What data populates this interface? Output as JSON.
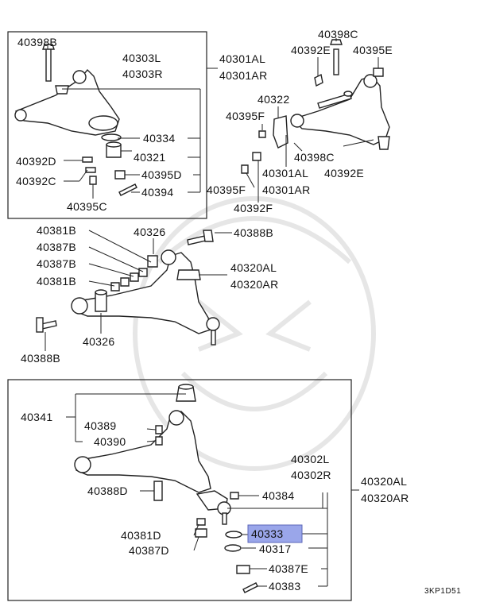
{
  "diagram": {
    "code": "3KP1D51",
    "highlight_color": "#9aa6ea",
    "labels": {
      "l40398B": "40398B",
      "l40303L": "40303L",
      "l40303R": "40303R",
      "l40301AL_a": "40301AL",
      "l40301AR_a": "40301AR",
      "l40398C_top": "40398C",
      "l40392E_top": "40392E",
      "l40395E": "40395E",
      "l40322": "40322",
      "l40395F_top": "40395F",
      "l40334": "40334",
      "l40321": "40321",
      "l40392D": "40392D",
      "l40392C": "40392C",
      "l40395D": "40395D",
      "l40394": "40394",
      "l40395C": "40395C",
      "l40395F_mid": "40395F",
      "l40398C_mid": "40398C",
      "l40301AL_b": "40301AL",
      "l40392E_mid": "40392E",
      "l40301AR_b": "40301AR",
      "l40392F": "40392F",
      "l40381B_a": "40381B",
      "l40387B_a": "40387B",
      "l40387B_b": "40387B",
      "l40381B_b": "40381B",
      "l40326_a": "40326",
      "l40388B_a": "40388B",
      "l40320AL_a": "40320AL",
      "l40320AR_a": "40320AR",
      "l40326_b": "40326",
      "l40388B_b": "40388B",
      "l40341": "40341",
      "l40389": "40389",
      "l40390": "40390",
      "l40302L": "40302L",
      "l40302R": "40302R",
      "l40320AL_b": "40320AL",
      "l40320AR_b": "40320AR",
      "l40388D": "40388D",
      "l40384": "40384",
      "l40381D": "40381D",
      "l40333": "40333",
      "l40387D": "40387D",
      "l40317": "40317",
      "l40387E": "40387E",
      "l40383": "40383"
    }
  }
}
